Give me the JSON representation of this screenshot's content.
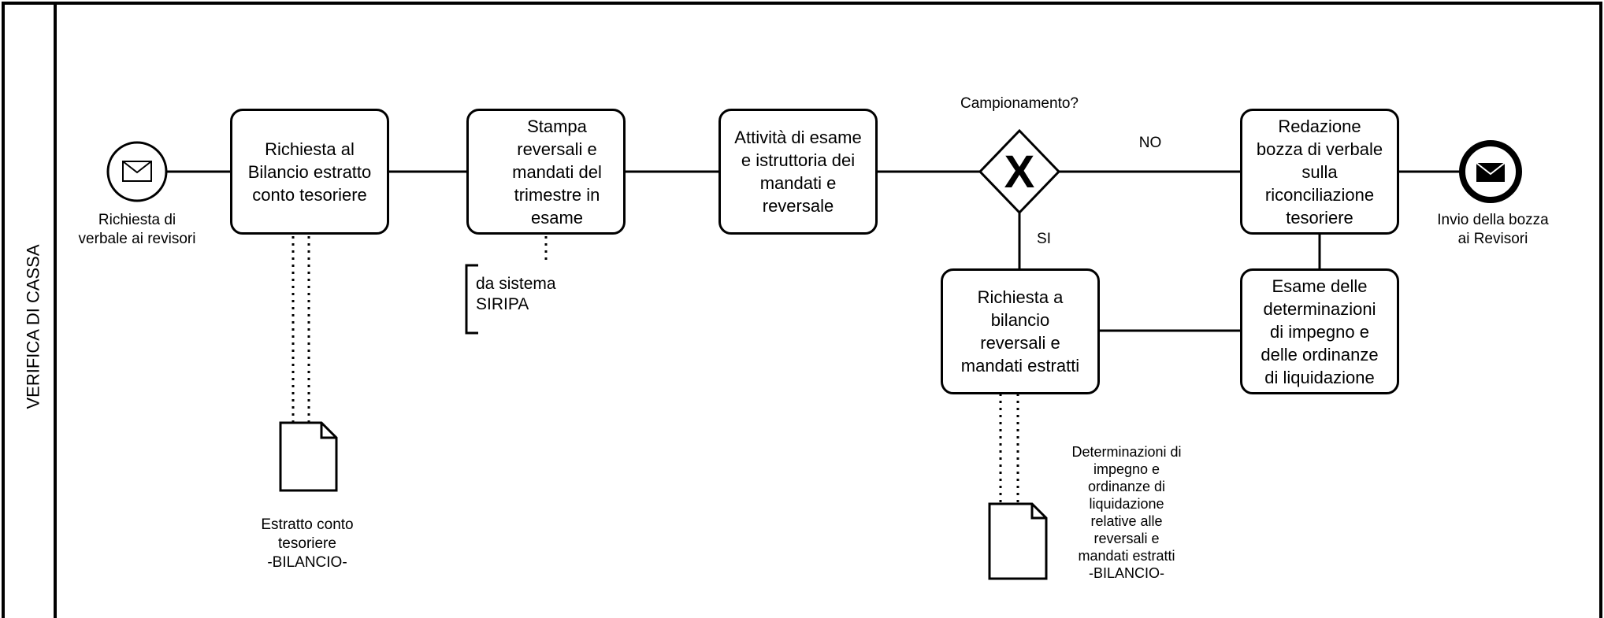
{
  "lane": {
    "title": "VERIFICA DI CASSA"
  },
  "start_event": {
    "label": "Richiesta di\nverbale ai revisori",
    "icon": "envelope-icon"
  },
  "end_event": {
    "label": "Invio della bozza\nai Revisori",
    "icon": "envelope-filled-icon"
  },
  "tasks": {
    "richiesta_bilancio": "Richiesta al\nBilancio estratto\nconto tesoriere",
    "stampa": "Stampa\nreversali e\nmandati del\ntrimestre in\nesame",
    "attivita": "Attività di esame\ne istruttoria dei\nmandati e\nreversale",
    "redazione": "Redazione\nbozza di verbale\nsulla\nriconciliazione\ntesoriere",
    "richiesta_reversali": "Richiesta a\nbilancio\nreversali e\nmandati estratti",
    "esame_determinazioni": "Esame delle\ndeterminazioni\ndi impegno e\ndelle ordinanze\ndi liquidazione"
  },
  "gateway": {
    "question": "Campionamento?",
    "marker": "X",
    "no_label": "NO",
    "si_label": "SI"
  },
  "annotation": {
    "text": "da sistema\nSIRIPA"
  },
  "data_objects": {
    "estratto": "Estratto conto\ntesoriere\n-BILANCIO-",
    "determinazioni": "Determinazioni di\nimpegno e\nordinanze di\nliquidazione\nrelative alle\nreversali e\nmandati estratti\n-BILANCIO-"
  },
  "colors": {
    "stroke": "#000000",
    "background": "#ffffff"
  }
}
